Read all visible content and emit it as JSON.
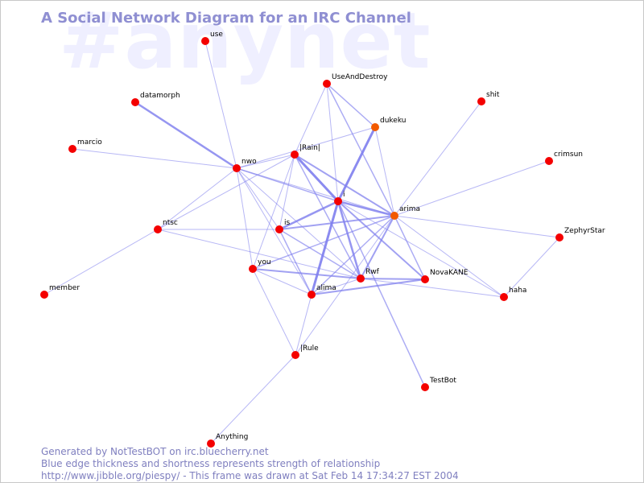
{
  "watermark": "#anynet",
  "title": "A Social Network Diagram for an IRC Channel",
  "footer": {
    "line1": "Generated by NotTestBOT on irc.bluecherry.net",
    "line2": "Blue edge thickness and shortness represents strength of relationship",
    "line3": "http://www.jibble.org/piespy/ - This frame was drawn at Sat Feb 14 17:34:27 EST 2004"
  },
  "colors": {
    "node": "#f40000",
    "node_highlight": "#f25a00",
    "edge": "#8080ee",
    "title": "#8f8fd2",
    "watermark": "#efefff"
  },
  "nodes": [
    {
      "id": "use",
      "label": "use"
    },
    {
      "id": "UseAndDestroy",
      "label": "UseAndDestroy"
    },
    {
      "id": "datamorph",
      "label": "datamorph"
    },
    {
      "id": "shit",
      "label": "shit"
    },
    {
      "id": "dukeku",
      "label": "dukeku",
      "highlight": true
    },
    {
      "id": "marcio",
      "label": "marcio"
    },
    {
      "id": "crimsun",
      "label": "crimsun"
    },
    {
      "id": "Rain",
      "label": "|Rain|"
    },
    {
      "id": "nwo",
      "label": "nwo"
    },
    {
      "id": "i",
      "label": "i"
    },
    {
      "id": "arima",
      "label": "arima",
      "highlight": true
    },
    {
      "id": "ntsc",
      "label": "ntsc"
    },
    {
      "id": "is",
      "label": "is"
    },
    {
      "id": "ZephyrStar",
      "label": "ZephyrStar"
    },
    {
      "id": "you",
      "label": "you"
    },
    {
      "id": "Rwf",
      "label": "Rwf"
    },
    {
      "id": "NovaKANE",
      "label": "NovaKANE"
    },
    {
      "id": "member",
      "label": "member"
    },
    {
      "id": "alima",
      "label": "alima"
    },
    {
      "id": "haha",
      "label": "haha"
    },
    {
      "id": "Rule",
      "label": "|Rule"
    },
    {
      "id": "TestBot",
      "label": "TestBot"
    },
    {
      "id": "Anything",
      "label": "Anything"
    }
  ],
  "edges": [
    [
      "use",
      "nwo",
      1
    ],
    [
      "datamorph",
      "nwo",
      2.5
    ],
    [
      "marcio",
      "nwo",
      1
    ],
    [
      "nwo",
      "Rain",
      1
    ],
    [
      "nwo",
      "i",
      1.5
    ],
    [
      "nwo",
      "arima",
      1
    ],
    [
      "nwo",
      "is",
      1
    ],
    [
      "nwo",
      "ntsc",
      1
    ],
    [
      "nwo",
      "you",
      1
    ],
    [
      "nwo",
      "Rwf",
      1
    ],
    [
      "nwo",
      "alima",
      1
    ],
    [
      "nwo",
      "dukeku",
      1
    ],
    [
      "UseAndDestroy",
      "Rain",
      1
    ],
    [
      "UseAndDestroy",
      "dukeku",
      1.5
    ],
    [
      "UseAndDestroy",
      "i",
      1
    ],
    [
      "UseAndDestroy",
      "arima",
      1.5
    ],
    [
      "dukeku",
      "i",
      3
    ],
    [
      "dukeku",
      "arima",
      1
    ],
    [
      "Rain",
      "i",
      3
    ],
    [
      "Rain",
      "arima",
      2
    ],
    [
      "Rain",
      "is",
      1
    ],
    [
      "Rain",
      "ntsc",
      1
    ],
    [
      "Rain",
      "Rwf",
      1.5
    ],
    [
      "Rain",
      "you",
      1
    ],
    [
      "shit",
      "arima",
      1
    ],
    [
      "crimsun",
      "arima",
      1
    ],
    [
      "i",
      "arima",
      2.5
    ],
    [
      "i",
      "is",
      2.5
    ],
    [
      "i",
      "Rwf",
      2.5
    ],
    [
      "i",
      "alima",
      3
    ],
    [
      "i",
      "NovaKANE",
      2
    ],
    [
      "i",
      "TestBot",
      1.5
    ],
    [
      "i",
      "haha",
      1
    ],
    [
      "arima",
      "is",
      2
    ],
    [
      "arima",
      "Rwf",
      2
    ],
    [
      "arima",
      "NovaKANE",
      1.5
    ],
    [
      "arima",
      "alima",
      1.5
    ],
    [
      "arima",
      "ZephyrStar",
      1
    ],
    [
      "arima",
      "haha",
      1
    ],
    [
      "arima",
      "you",
      1.5
    ],
    [
      "arima",
      "Rule",
      1
    ],
    [
      "ntsc",
      "is",
      1
    ],
    [
      "ntsc",
      "member",
      1
    ],
    [
      "ntsc",
      "Rwf",
      1
    ],
    [
      "is",
      "Rwf",
      1.5
    ],
    [
      "is",
      "alima",
      1.5
    ],
    [
      "you",
      "Rwf",
      2
    ],
    [
      "you",
      "alima",
      1
    ],
    [
      "you",
      "Rule",
      1
    ],
    [
      "Rwf",
      "NovaKANE",
      2
    ],
    [
      "Rwf",
      "alima",
      1
    ],
    [
      "Rwf",
      "haha",
      1
    ],
    [
      "NovaKANE",
      "alima",
      2
    ],
    [
      "ZephyrStar",
      "haha",
      1
    ],
    [
      "Rule",
      "Anything",
      1
    ],
    [
      "Rule",
      "alima",
      1
    ]
  ]
}
